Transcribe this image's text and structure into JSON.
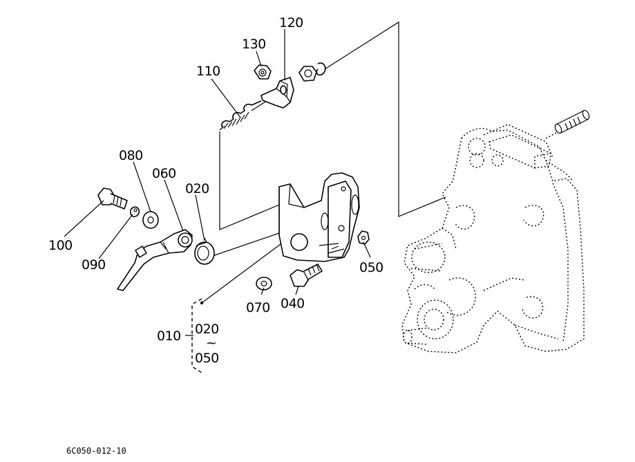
{
  "drawing_code": "6C050-012-10",
  "callouts": {
    "p010": "010",
    "p020a": "020",
    "p020b": "020",
    "p040": "040",
    "p050a": "050",
    "p050b": "050",
    "p060": "060",
    "p070": "070",
    "p080": "080",
    "p090": "090",
    "p100": "100",
    "p110": "110",
    "p120": "120",
    "p130": "130",
    "range_mark": "~"
  }
}
